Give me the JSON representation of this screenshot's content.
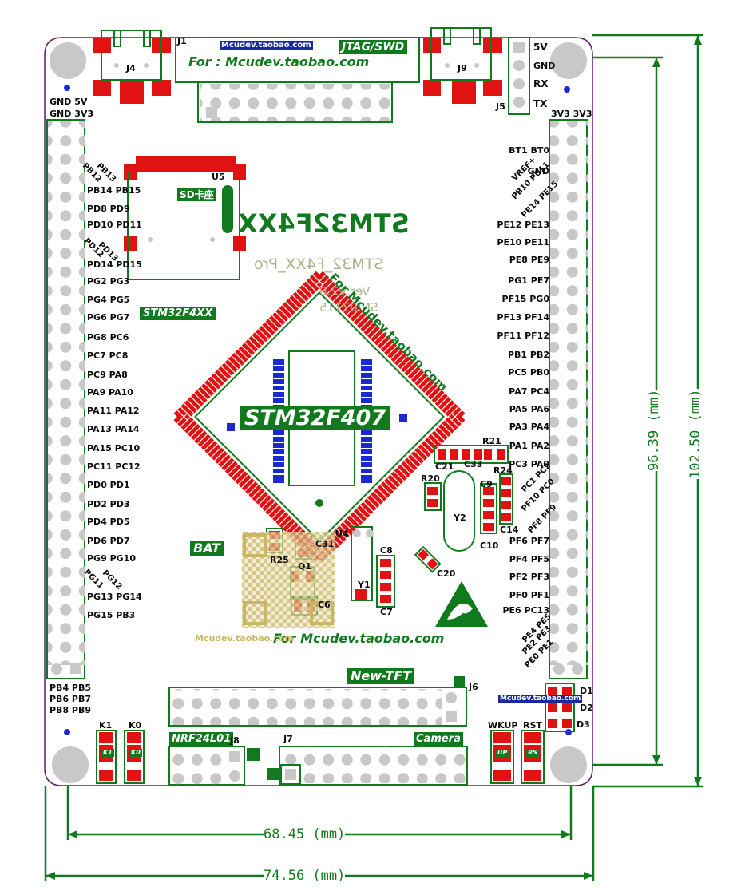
{
  "colors": {
    "board_outline": "#5a1a6e",
    "silk_green": "#117a1f",
    "pad_red": "#e01212",
    "hole_gray": "#c8c8c8",
    "blue": "#1a2ad0"
  },
  "connectors": {
    "j1": "J1",
    "j4": "J4",
    "j9": "J9",
    "j5": "J5",
    "u5": "U5",
    "j6": "J6",
    "j7": "J7",
    "j8": "J8",
    "u4": "U4",
    "y1": "Y1",
    "y2": "Y2",
    "q1": "Q1"
  },
  "j5_pins": [
    "5V",
    "GND",
    "RX",
    "TX"
  ],
  "header_top": {
    "jtag": "JTAG/SWD",
    "url_badge": "Mcudev.taobao.com",
    "for_url": "For : Mcudev.taobao.com"
  },
  "left_header_top": [
    "GND 5V",
    "GND 3V3"
  ],
  "right_header_top": "3V3 3V3",
  "left_labels": [
    "PB14 PB15",
    "PD8  PD9",
    "PD10 PD11",
    "PD14 PD15",
    "PG2  PG3",
    "PG4  PG5",
    "PG6  PG7",
    "PG8  PC6",
    "PC7  PC8",
    "PC9  PA8",
    "PA9  PA10",
    "PA11 PA12",
    "PA13  PA14",
    "PA15 PC10",
    "PC11 PC12",
    "PD0  PD1",
    "PD2  PD3",
    "PD4  PD5",
    "PD6  PD7",
    "PG9  PG10",
    "PG13 PG14",
    "PG15 PB3"
  ],
  "left_labels_rot": [
    "PB12",
    "PB13",
    "PD12",
    "PD13",
    "PG11",
    "PG12"
  ],
  "left_bottom": [
    "PB4 PB5",
    "PB6 PB7",
    "PB8 PB9"
  ],
  "right_labels": [
    "BT1  BT0",
    "GND",
    "PE12 PE13",
    "PE10 PE11",
    "PE8  PE9",
    "PG1  PE7",
    "PF15 PG0",
    "PF13 PF14",
    "PF11 PF12",
    "PB1  PB2",
    "PC5  PB0",
    "PA7  PC4",
    "PA5  PA6",
    "PA3 PA4",
    "PA1 PA2",
    "PC3 PA0",
    "PF6 PF7",
    "PF4 PF5",
    "PF2 PF3",
    "PF0  PF1",
    "PE6 PC13"
  ],
  "right_labels_rot": [
    "VREF+",
    "PB10 PB11",
    "PE14 PE15",
    "PC1 PC2",
    "PF10 PC0",
    "PF8 PF9",
    "PE4 PE5",
    "PE2 PE3",
    "PE0 PE1"
  ],
  "chip": {
    "name": "STM32F407",
    "board_name_mirror": "STM32F4XX",
    "pro_name": "STM32_F4XX_Pro",
    "version": "Ver:V2.0",
    "sn": "SN:07115",
    "for_diag": "For Mcudev.taobao.com",
    "stm_box": "STM32F4XX",
    "sd": "SD卡座"
  },
  "components": {
    "c21": "C21",
    "c33": "C33",
    "r21": "R21",
    "r24": "R24",
    "r20": "R20",
    "c9": "C9",
    "c14": "C14",
    "c10": "C10",
    "c8": "C8",
    "c7": "C7",
    "c20": "C20",
    "c31": "C31",
    "r25": "R25",
    "c6": "C6",
    "d1": "D1",
    "d2": "D2",
    "d3": "D3"
  },
  "labels_misc": {
    "bat": "BAT",
    "for_bottom": "For Mcudev.taobao.com",
    "url_faded": "Mcudev.taobao.com",
    "new_tft": "New-TFT",
    "nrf": "NRF24L01",
    "camera": "Camera",
    "wkup": "WKUP",
    "rst": "RST",
    "k1": "K1",
    "k0": "K0",
    "up": "UP",
    "rs": "RS",
    "url_small_blue": "Mcudev.taobao.com"
  },
  "dimensions": {
    "w_inner": "68.45 (mm)",
    "w_outer": "74.56 (mm)",
    "h_inner": "96.39 (mm)",
    "h_outer": "102.50 (mm)"
  }
}
